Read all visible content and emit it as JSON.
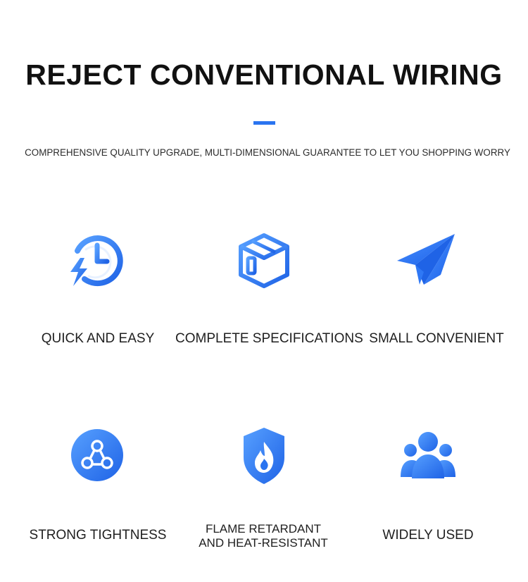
{
  "header": {
    "title": "REJECT CONVENTIONAL WIRING",
    "subtitle": "COMPREHENSIVE QUALITY UPGRADE, MULTI-DIMENSIONAL GUARANTEE TO LET YOU SHOPPING WORRY"
  },
  "colors": {
    "accent": "#2a74f0",
    "icon_light": "#4c93ff",
    "icon_dark": "#1f63e6"
  },
  "features": [
    {
      "label": "QUICK AND EASY",
      "icon": "clock-lightning-icon"
    },
    {
      "label": "COMPLETE SPECIFICATIONS",
      "icon": "box-icon"
    },
    {
      "label": "SMALL CONVENIENT",
      "icon": "paper-plane-icon"
    },
    {
      "label": "STRONG TIGHTNESS",
      "icon": "share-nodes-icon"
    },
    {
      "label_line1": "FLAME RETARDANT",
      "label_line2": "AND HEAT-RESISTANT",
      "icon": "flame-shield-icon"
    },
    {
      "label": "WIDELY USED",
      "icon": "users-group-icon"
    }
  ]
}
